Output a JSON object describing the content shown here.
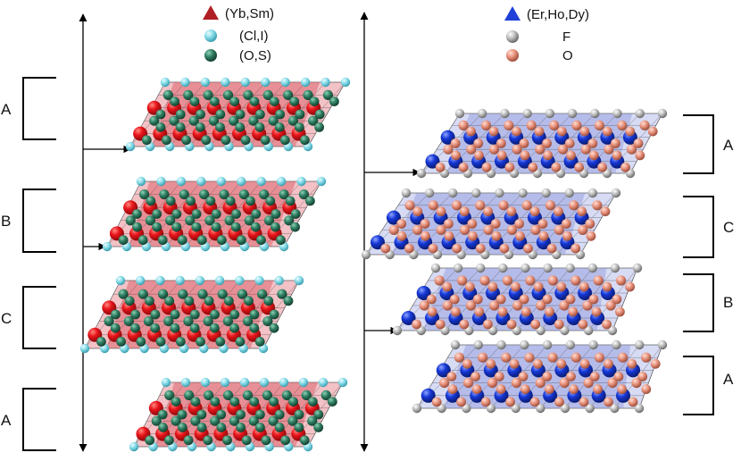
{
  "legend_left": [
    {
      "symbol": "red-triangle",
      "label": "(Yb,Sm)",
      "color": "#b01f24"
    },
    {
      "symbol": "cyan-sphere",
      "label": "(Cl,I)",
      "color": "#7fd8e6"
    },
    {
      "symbol": "teal-sphere",
      "label": "(O,S)",
      "color": "#2e7a5e"
    }
  ],
  "legend_right": [
    {
      "symbol": "blue-triangle",
      "label": "(Er,Ho,Dy)",
      "color": "#2040d8"
    },
    {
      "symbol": "grey-sphere",
      "label": "F",
      "color": "#b8b8b8"
    },
    {
      "symbol": "salmon-sphere",
      "label": "O",
      "color": "#e39a88"
    }
  ],
  "left_stack_labels": [
    "A",
    "B",
    "C",
    "A"
  ],
  "right_stack_labels": [
    "A",
    "C",
    "B",
    "A"
  ],
  "colors": {
    "left_layer_fill": "#e37d86",
    "left_layer_light": "#f3c2c7",
    "left_big_atom": "#e8141b",
    "left_small_atom": "#2f7e63",
    "left_edge_atom": "#86dbe8",
    "right_layer_fill": "#aab2e6",
    "right_layer_light": "#d7dbf4",
    "right_big_atom": "#1537d6",
    "right_small_atom": "#e8927c",
    "right_edge_atom": "#bdbdbd"
  }
}
